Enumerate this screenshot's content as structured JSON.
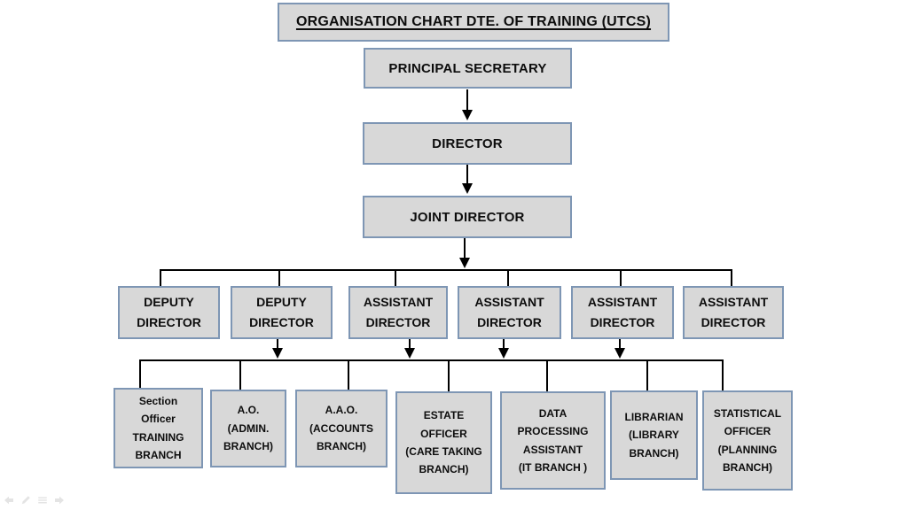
{
  "slide": {
    "title": "ORGANISATION CHART DTE. OF TRAINING (UTCS)"
  },
  "org_chart": {
    "level_1": {
      "label": "PRINCIPAL SECRETARY"
    },
    "level_2": {
      "label": "DIRECTOR"
    },
    "level_3": {
      "label": "JOINT DIRECTOR"
    },
    "level_4": [
      {
        "label": "DEPUTY\nDIRECTOR"
      },
      {
        "label": "DEPUTY\nDIRECTOR"
      },
      {
        "label": "ASSISTANT\nDIRECTOR"
      },
      {
        "label": "ASSISTANT\nDIRECTOR"
      },
      {
        "label": "ASSISTANT\nDIRECTOR"
      },
      {
        "label": "ASSISTANT\nDIRECTOR"
      }
    ],
    "level_5": [
      {
        "label": "Section\nOfficer\nTRAINING\nBRANCH"
      },
      {
        "label": "A.O.\n(ADMIN.\nBRANCH)"
      },
      {
        "label": "A.A.O.\n(ACCOUNTS\nBRANCH)"
      },
      {
        "label": "ESTATE\nOFFICER\n(CARE TAKING\nBRANCH)"
      },
      {
        "label": "DATA\nPROCESSING\nASSISTANT\n(IT BRANCH )"
      },
      {
        "label": "LIBRARIAN\n(LIBRARY\nBRANCH)"
      },
      {
        "label": "STATISTICAL\nOFFICER\n(PLANNING\nBRANCH)"
      }
    ]
  },
  "colors": {
    "box_fill": "#d8d8d8",
    "box_border": "#7e96b4",
    "connector": "#000000"
  },
  "slideshow_controls": [
    "previous-slide",
    "pen-tool",
    "slide-menu",
    "next-slide"
  ]
}
